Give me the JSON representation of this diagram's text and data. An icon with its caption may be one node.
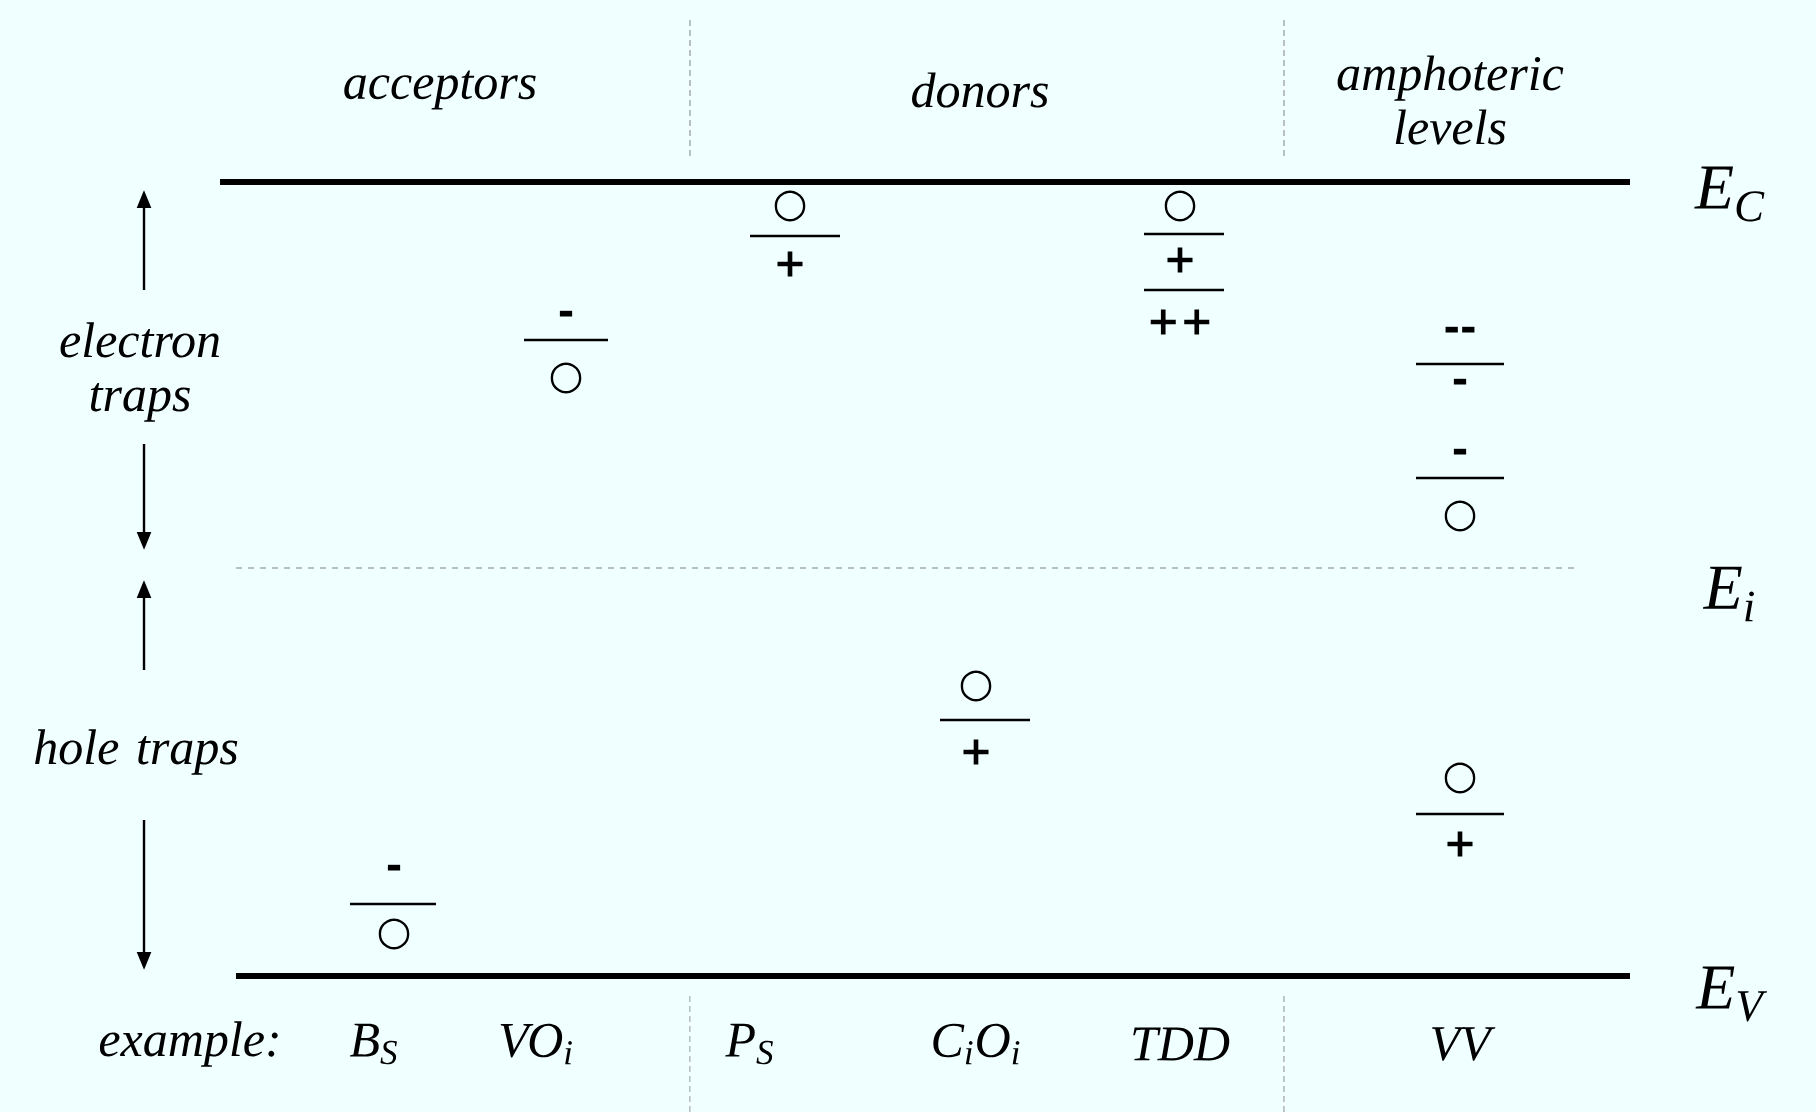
{
  "diagram": {
    "labels": [
      "acceptors",
      "donors",
      "amphoteric levels",
      "E$_{C}$",
      "○",
      "○",
      "+",
      "+",
      "-",
      "electron traps",
      "++",
      "--",
      "○",
      "-",
      "-",
      "○",
      "E$_{i}$",
      "○",
      "hole traps",
      "+",
      "○",
      "+",
      "-",
      "○",
      "E$_{V}$",
      "example:",
      "B$_{S}$",
      "VO$_{i}$",
      "P$_{S}$",
      "C$_{i}$O$_{i}$",
      "TDD",
      "VV"
    ]
  }
}
